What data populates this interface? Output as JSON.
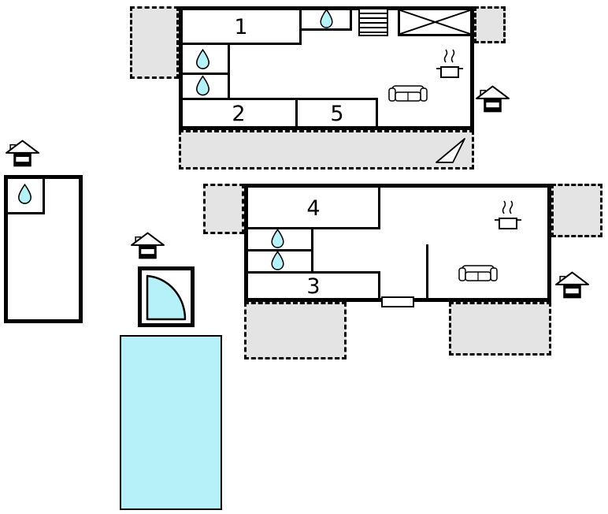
{
  "colors": {
    "background": "#ffffff",
    "wall": "#000000",
    "terrace": "#e4e4e4",
    "water": "#b6f0f9",
    "pool": "#b6f0f9"
  },
  "rooms": {
    "room1": "1",
    "room2": "2",
    "room3": "3",
    "room4": "4",
    "room5": "5"
  },
  "icon_glyphs": {
    "water-drop-icon": "cyan teardrop",
    "entrance-icon": "small house with chimney",
    "stove-icon": "pot with steam lines",
    "sofa-icon": "sofa top view",
    "stairs-icon": "striped rectangle",
    "window-cross-icon": "diagonal X cross",
    "north-arrow-icon": "triangle pointer",
    "shower-door-icon": "quarter circle arc",
    "pool": "cyan rectangle"
  }
}
